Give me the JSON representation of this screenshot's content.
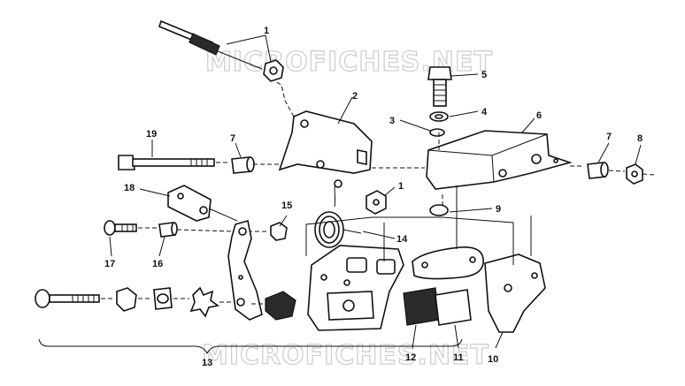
{
  "watermark": "MICROFICHES.NET",
  "watermark_bottom": "MICROFICHES.NET",
  "callouts": {
    "c1": "1",
    "c1b": "1",
    "c2": "2",
    "c3": "3",
    "c4": "4",
    "c5": "5",
    "c6": "6",
    "c7": "7",
    "c7b": "7",
    "c8": "8",
    "c9": "9",
    "c10": "10",
    "c11": "11",
    "c12": "12",
    "c13": "13",
    "c14": "14",
    "c15": "15",
    "c16": "16",
    "c17": "17",
    "c18": "18",
    "c19": "19"
  }
}
